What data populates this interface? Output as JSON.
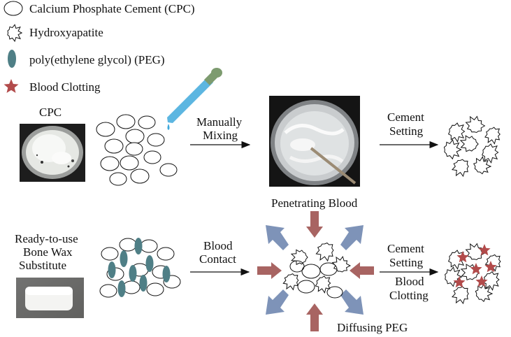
{
  "legend": {
    "cpc": "Calcium Phosphate Cement (CPC)",
    "ha": "Hydroxyapatite",
    "peg": "poly(ethylene glycol) (PEG)",
    "blood": "Blood Clotting"
  },
  "top_row": {
    "cpc_label": "CPC",
    "step1_line1": "Manually",
    "step1_line2": "Mixing",
    "step2_line1": "Cement",
    "step2_line2": "Setting"
  },
  "bottom_row": {
    "product_line1": "Ready-to-use",
    "product_line2": "Bone Wax",
    "product_line3": "Substitute",
    "step1_line1": "Blood",
    "step1_line2": "Contact",
    "penetrating": "Penetrating Blood",
    "diffusing": "Diffusing PEG",
    "step2_line1": "Cement",
    "step2_line2": "Setting",
    "step3_line1": "Blood",
    "step3_line2": "Clotting"
  },
  "colors": {
    "peg": "#4f7f86",
    "blood_star": "#b24b4b",
    "arrow_blood": "#a86462",
    "arrow_peg": "#7e93b8",
    "dropper": "#3fa9dc"
  }
}
